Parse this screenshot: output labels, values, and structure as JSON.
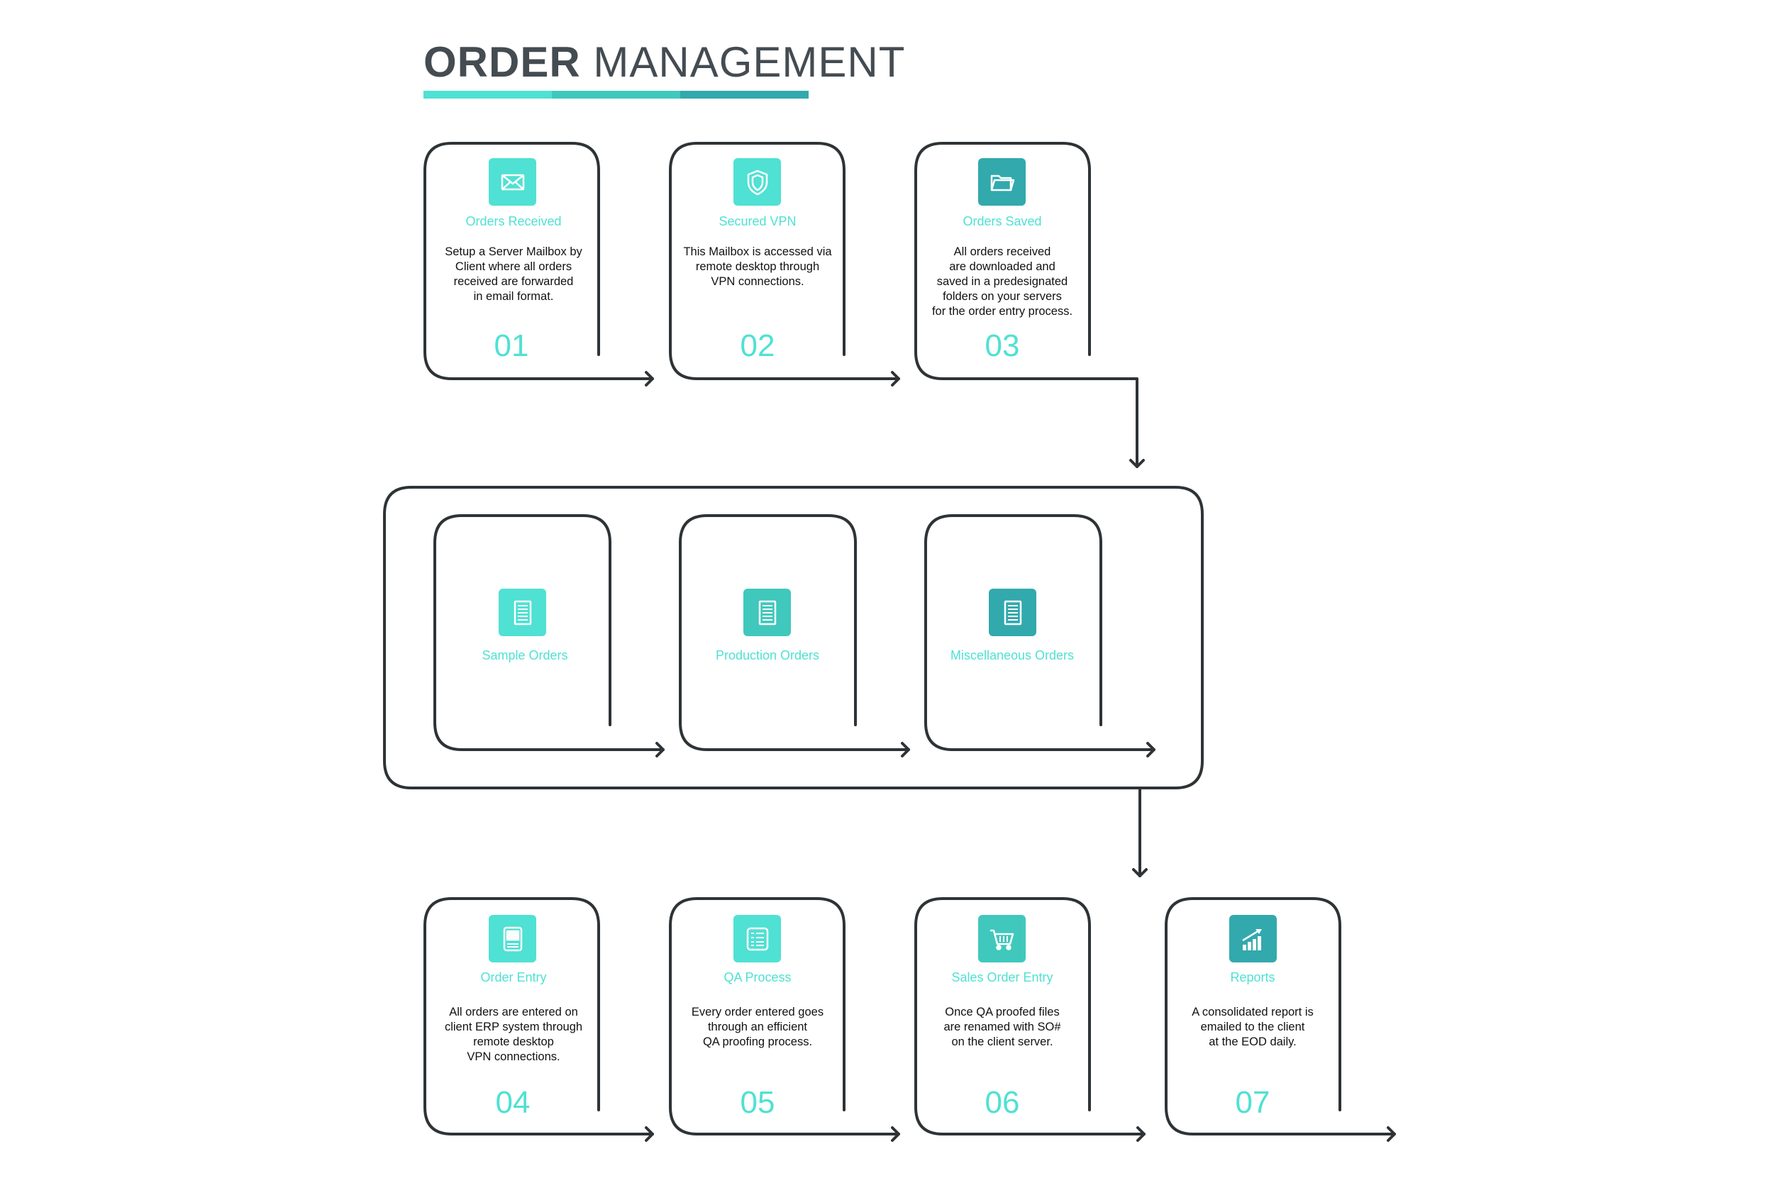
{
  "title": {
    "bold": "ORDER",
    "light": "MANAGEMENT"
  },
  "colors": {
    "accent1": "#4fe1d3",
    "accent2": "#40c8bd",
    "accent3": "#32a9ad",
    "line": "#2e3336",
    "text": "#111111"
  },
  "steps": [
    {
      "label": "Orders Received",
      "desc": "Setup a Server Mailbox by\nClient where all orders\nreceived are forwarded\nin email format.",
      "num": "01",
      "icon": "envelope-icon"
    },
    {
      "label": "Secured VPN",
      "desc": "This Mailbox is accessed via\nremote desktop through\nVPN connections.",
      "num": "02",
      "icon": "shield-icon"
    },
    {
      "label": "Orders Saved",
      "desc": "All orders received\nare downloaded and\nsaved in a predesignated\nfolders on your servers\nfor the order entry process.",
      "num": "03",
      "icon": "folder-icon"
    },
    {
      "label": "Order Entry",
      "desc": "All orders are entered on\nclient ERP system through\nremote desktop\nVPN connections.",
      "num": "04",
      "icon": "notebook-icon"
    },
    {
      "label": "QA Process",
      "desc": "Every order entered goes\nthrough an efficient\nQA proofing process.",
      "num": "05",
      "icon": "checklist-icon"
    },
    {
      "label": "Sales Order Entry",
      "desc": "Once QA proofed files\nare renamed with SO#\non the client server.",
      "num": "06",
      "icon": "cart-icon"
    },
    {
      "label": "Reports",
      "desc": "A consolidated report is\nemailed to the client\nat the EOD daily.",
      "num": "07",
      "icon": "growth-chart-icon"
    }
  ],
  "order_types": [
    {
      "label": "Sample Orders",
      "icon": "document-icon"
    },
    {
      "label": "Production Orders",
      "icon": "document-icon"
    },
    {
      "label": "Miscellaneous Orders",
      "icon": "document-icon"
    }
  ]
}
